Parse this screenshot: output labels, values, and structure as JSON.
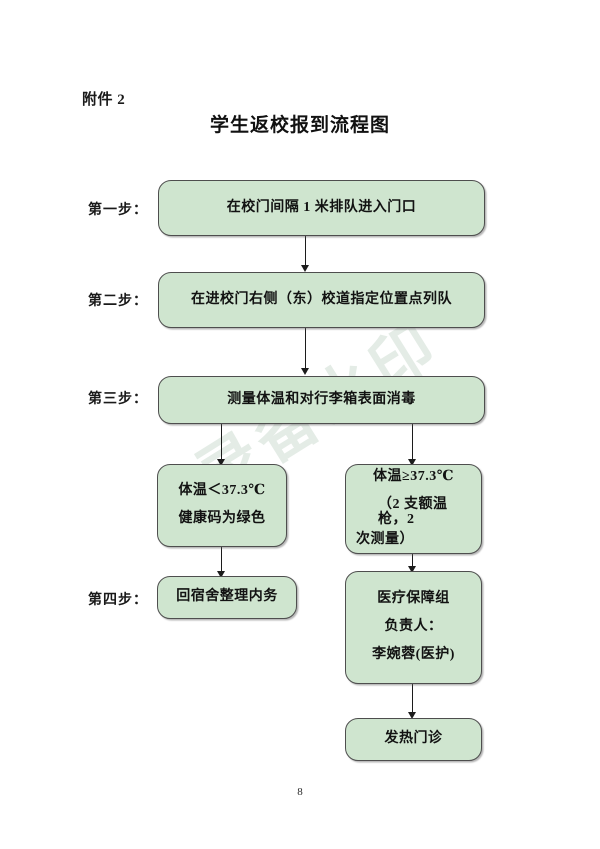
{
  "document": {
    "attachment_label": "附件 2",
    "title": "学生返校报到流程图",
    "page_number": "8",
    "watermark_text": "录备水印",
    "colors": {
      "node_fill": "#cfe5cf",
      "node_border": "#4e4e4e",
      "connector": "#1c1c1c",
      "text": "#121212",
      "watermark": "#e4ece6"
    }
  },
  "steps": [
    {
      "id": "step1",
      "label": "第一步："
    },
    {
      "id": "step2",
      "label": "第二步："
    },
    {
      "id": "step3",
      "label": "第三步："
    },
    {
      "id": "step4",
      "label": "第四步："
    }
  ],
  "nodes": {
    "step1_box": {
      "lines": [
        "在校门间隔 1 米排队进入门口"
      ]
    },
    "step2_box": {
      "lines": [
        "在进校门右侧（东）校道指定位置点列队"
      ]
    },
    "step3_box": {
      "lines": [
        "测量体温和对行李箱表面消毒"
      ]
    },
    "branch_normal": {
      "lines": [
        "体温＜37.3℃",
        "健康码为绿色"
      ]
    },
    "branch_fever": {
      "lines": [
        "体温≥37.3℃",
        "（2 支额温枪，2",
        "次测量）"
      ]
    },
    "dorm_box": {
      "lines": [
        "回宿舍整理内务"
      ]
    },
    "medical_box": {
      "lines": [
        "医疗保障组",
        "负责人：",
        "李婉蓉(医护)"
      ]
    },
    "fever_clinic_box": {
      "lines": [
        "发热门诊"
      ]
    }
  }
}
